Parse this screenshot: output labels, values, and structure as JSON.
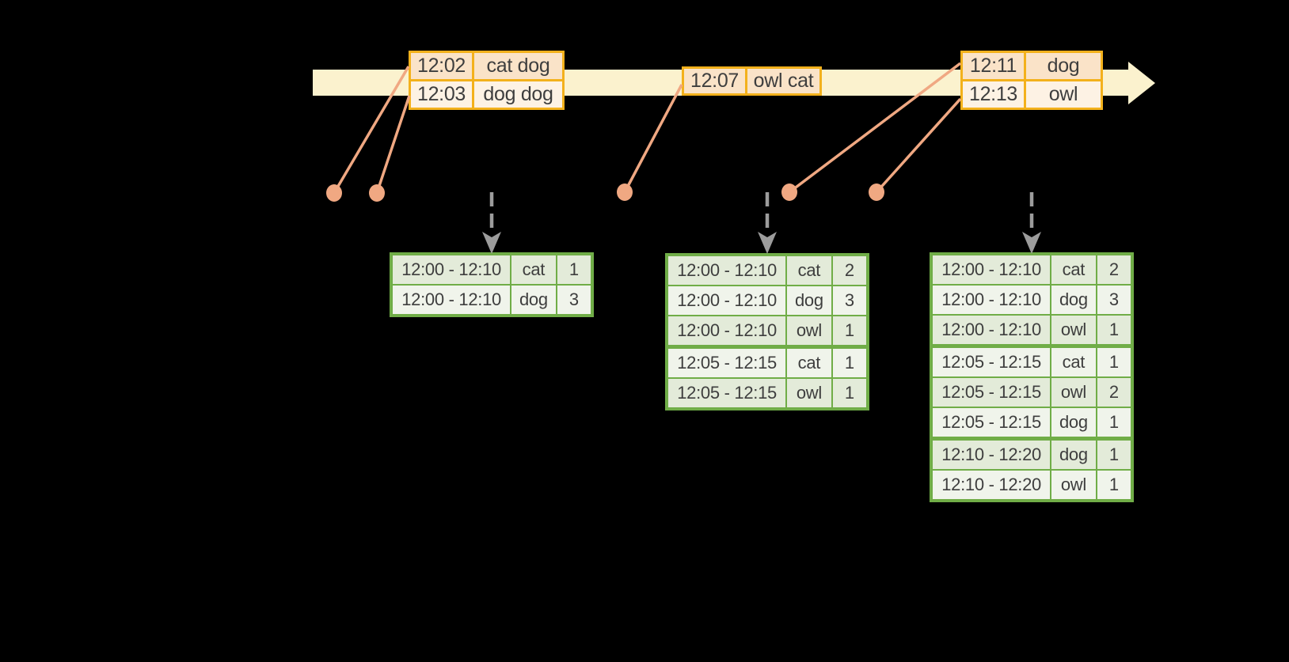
{
  "palette": {
    "background": "#000000",
    "timeline_fill": "#FBF2CE",
    "event_border": "#F3B11C",
    "event_row_dark": "#FAE3C8",
    "event_row_light": "#FDF2E4",
    "connector": "#F0A882",
    "dashed_arrow": "#9C9C9C",
    "result_border": "#70AD47",
    "result_row_dark": "#E3EBD9",
    "result_row_light": "#F0F4EB",
    "table_text": "#3E3E3E"
  },
  "event_tables": [
    {
      "rows": [
        {
          "time": "12:02",
          "words": "cat dog"
        },
        {
          "time": "12:03",
          "words": "dog dog"
        }
      ]
    },
    {
      "rows": [
        {
          "time": "12:07",
          "words": "owl cat"
        }
      ]
    },
    {
      "rows": [
        {
          "time": "12:11",
          "words": "dog"
        },
        {
          "time": "12:13",
          "words": "owl"
        }
      ]
    }
  ],
  "result_tables": [
    {
      "rows": [
        [
          "12:00 - 12:10",
          "cat",
          "1"
        ],
        [
          "12:00 - 12:10",
          "dog",
          "3"
        ]
      ]
    },
    {
      "rows": [
        [
          "12:00 - 12:10",
          "cat",
          "2"
        ],
        [
          "12:00 - 12:10",
          "dog",
          "3"
        ],
        [
          "12:00 - 12:10",
          "owl",
          "1"
        ],
        [
          "12:05 - 12:15",
          "cat",
          "1"
        ],
        [
          "12:05 - 12:15",
          "owl",
          "1"
        ]
      ]
    },
    {
      "rows": [
        [
          "12:00 - 12:10",
          "cat",
          "2"
        ],
        [
          "12:00 - 12:10",
          "dog",
          "3"
        ],
        [
          "12:00 - 12:10",
          "owl",
          "1"
        ],
        [
          "12:05 - 12:15",
          "cat",
          "1"
        ],
        [
          "12:05 - 12:15",
          "owl",
          "2"
        ],
        [
          "12:05 - 12:15",
          "dog",
          "1"
        ],
        [
          "12:10 - 12:20",
          "dog",
          "1"
        ],
        [
          "12:10 - 12:20",
          "owl",
          "1"
        ]
      ]
    }
  ]
}
